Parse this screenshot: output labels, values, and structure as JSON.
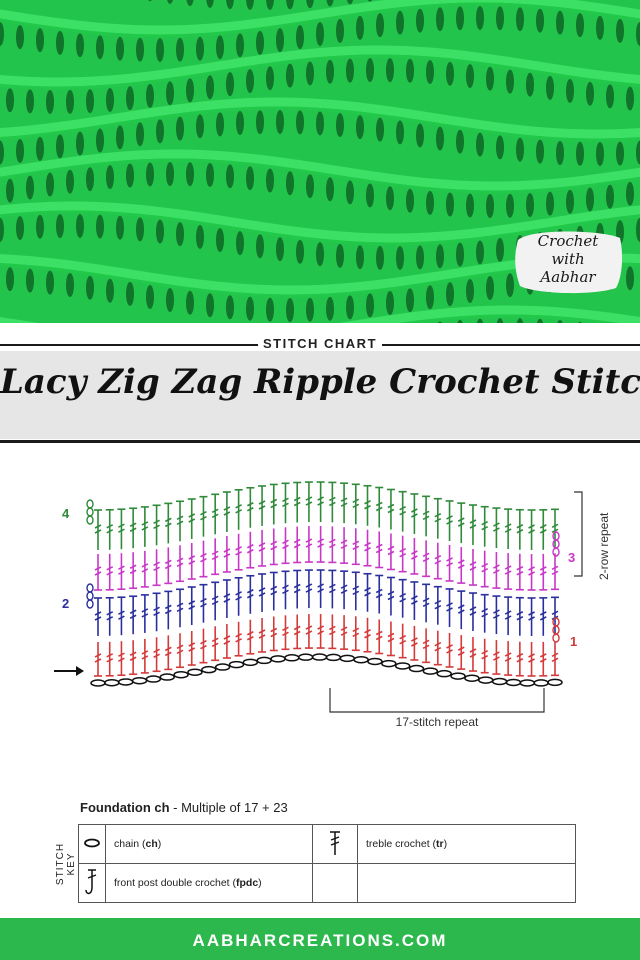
{
  "photo": {
    "logo_lines": [
      "Crochet",
      "with",
      "Aabhar"
    ],
    "yarn_color": "#22c84a"
  },
  "header": {
    "section_label": "STITCH CHART",
    "title": "Lacy Zig Zag Ripple Crochet Stitch"
  },
  "chart": {
    "row_labels": {
      "row1": "1",
      "row2": "2",
      "row3": "3",
      "row4": "4"
    },
    "repeat_bracket_label": "2-row repeat",
    "stitch_repeat_label": "17-stitch repeat",
    "colors": {
      "row1": "#d43a3a",
      "row2": "#2b2f9e",
      "row3": "#c837c8",
      "row4": "#2f8a3a",
      "chain": "#111111"
    }
  },
  "foundation": {
    "label": "Foundation ch",
    "text": " - Multiple of 17 + 23"
  },
  "key": {
    "side_label": "STITCH KEY",
    "items": [
      {
        "name": "chain",
        "abbr": "ch"
      },
      {
        "name": "treble crochet",
        "abbr": "tr"
      },
      {
        "name": "front post double crochet",
        "abbr": "fpdc"
      }
    ]
  },
  "footer": {
    "site": "AABHARCREATIONS.COM"
  }
}
